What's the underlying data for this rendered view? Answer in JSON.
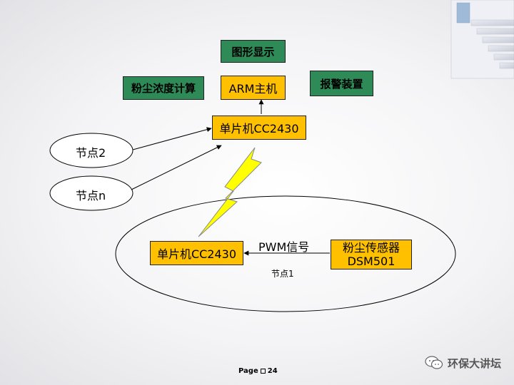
{
  "diagram": {
    "boxes": {
      "graphics_display": "图形显示",
      "dust_concentration_calc": "粉尘浓度计算",
      "arm_host": "ARM主机",
      "alarm_device": "报警装置",
      "mcu_top": "单片机CC2430",
      "mcu_node1": "单片机CC2430",
      "dust_sensor_line1": "粉尘传感器",
      "dust_sensor_line2": "DSM501"
    },
    "nodes": {
      "node2": "节点2",
      "node_n": "节点n",
      "node1": "节点1"
    },
    "signal_label": "PWM信号",
    "colors": {
      "green_box": "#2e8b57",
      "yellow_box": "#ffc000",
      "lightning": "#ffff00"
    }
  },
  "footer": {
    "page_label": "Page",
    "page_number": "24"
  },
  "watermark": {
    "text": "环保大讲坛"
  }
}
